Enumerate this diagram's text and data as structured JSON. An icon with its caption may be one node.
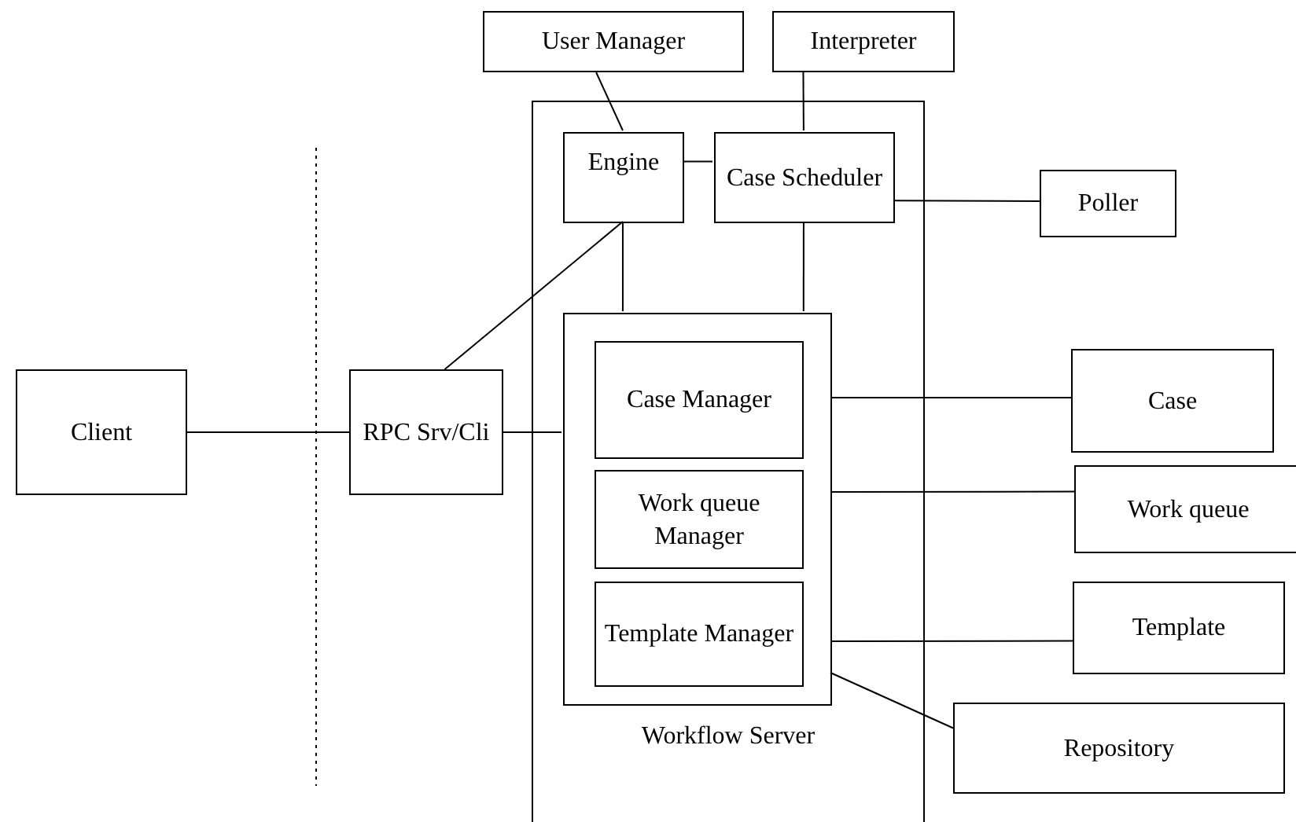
{
  "diagram": {
    "nodes": [
      {
        "text": [
          "Workflow Server"
        ]
      },
      {
        "text": [
          "User Manager"
        ]
      },
      {
        "text": [
          "Interpreter"
        ]
      },
      {
        "text": [
          "Engine"
        ],
        "in": 0
      },
      {
        "text": [
          "Case Scheduler"
        ],
        "in": 0
      },
      {
        "text": [
          "Poller"
        ]
      },
      {
        "text": [],
        "shape": "box",
        "in": 0
      },
      {
        "text": [
          "Case Manager"
        ],
        "in": 6
      },
      {
        "text": [
          "Work queue Manager"
        ],
        "in": 6
      },
      {
        "text": [
          "Template Manager"
        ],
        "in": 6
      },
      {
        "text": [
          "Client"
        ]
      },
      {
        "text": [
          "RPC Srv/Cli"
        ]
      },
      {
        "text": [
          "Case"
        ]
      },
      {
        "text": [
          "Work queue"
        ]
      },
      {
        "text": [
          "Template"
        ]
      },
      {
        "text": [
          "Repository"
        ]
      }
    ],
    "edges": [
      {
        "from": 1,
        "to": 3,
        "arrow": "none"
      },
      {
        "from": 2,
        "to": 4,
        "arrow": "none"
      },
      {
        "from": 3,
        "to": 4,
        "arrow": "none"
      },
      {
        "from": 4,
        "to": 5,
        "arrow": "none"
      },
      {
        "from": 3,
        "to": 6,
        "arrow": "none"
      },
      {
        "from": 4,
        "to": 6,
        "arrow": "none"
      },
      {
        "from": 11,
        "to": 3,
        "arrow": "none"
      },
      {
        "from": 10,
        "to": 11,
        "arrow": "none"
      },
      {
        "from": 11,
        "to": 6,
        "arrow": "none"
      },
      {
        "from": 6,
        "to": 12,
        "arrow": "none"
      },
      {
        "from": 6,
        "to": 13,
        "arrow": "none"
      },
      {
        "from": 6,
        "to": 14,
        "arrow": "none"
      },
      {
        "from": 6,
        "to": 15,
        "arrow": "none"
      }
    ]
  }
}
